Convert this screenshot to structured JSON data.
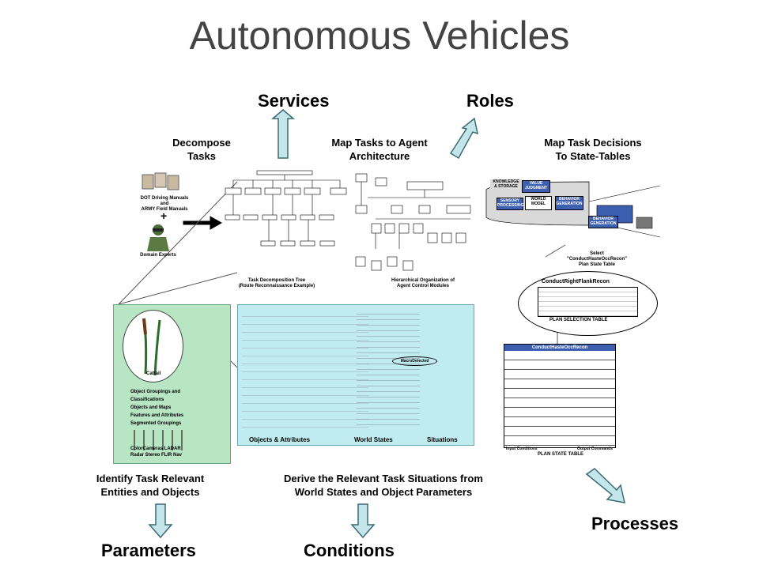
{
  "title": "Autonomous Vehicles",
  "top_labels": {
    "services": "Services",
    "roles": "Roles"
  },
  "captions": {
    "decompose": "Decompose\nTasks",
    "map_tasks": "Map Tasks to Agent\nArchitecture",
    "map_decisions": "Map Task Decisions\nTo State-Tables",
    "identify": "Identify Task Relevant\nEntities and Objects",
    "derive": "Derive the Relevant Task Situations from\nWorld States and Object Parameters"
  },
  "bottom_labels": {
    "parameters": "Parameters",
    "conditions": "Conditions",
    "processes": "Processes"
  },
  "sources": {
    "manuals": "DOT Driving Manuals\nand\nARMY Field Manuals",
    "plus": "+",
    "experts": "Domain Experts"
  },
  "diagram_titles": {
    "task_tree": "Task Decomposition Tree\n(Route Reconnaissance Example)",
    "hierarchy": "Hierarchical Organization of\nAgent Control Modules",
    "select": "Select\n\"ConductHasteOccRecon\"\nPlan State Table",
    "plan_selection": "ConductRightFlankRecon",
    "plan_selection_table": "PLAN SELECTION TABLE",
    "plan_state_header": "ConductHasteOccRecon",
    "plan_state_table": "PLAN STATE TABLE",
    "input_conditions": "Input Conditions",
    "output_commands": "Output Commands"
  },
  "node_labels": {
    "knowledge": "KNOWLEDGE\n& STORAGE",
    "value": "VALUE\nJUDGMENT",
    "sensory": "SENSORY\nPROCESSING",
    "world": "WORLD\nMODEL",
    "behavior": "BEHAVIOR\nGENERATION",
    "behavior2": "BEHAVIOR\nGENERATION"
  },
  "objects_panel": {
    "cattail": "Cattail",
    "legend": [
      "Object Groupings and",
      "Classifications",
      "Objects and Maps",
      "Features and Attributes",
      "Segmented Groupings"
    ],
    "sensors_row1": "ColorCameras LADAR",
    "sensors_row2": "Radar Stereo FLIR Nav",
    "footer_left": "Objects & Attributes",
    "footer_mid": "World States",
    "footer_right": "Situations",
    "marker": "MacroDetected"
  },
  "colors": {
    "arrow_fill": "#c4e6ea",
    "arrow_stroke": "#3a6b70",
    "panel_left": "#b8e6c4",
    "panel_right": "#c0ecf0",
    "node_blue": "#3d5fb0"
  }
}
